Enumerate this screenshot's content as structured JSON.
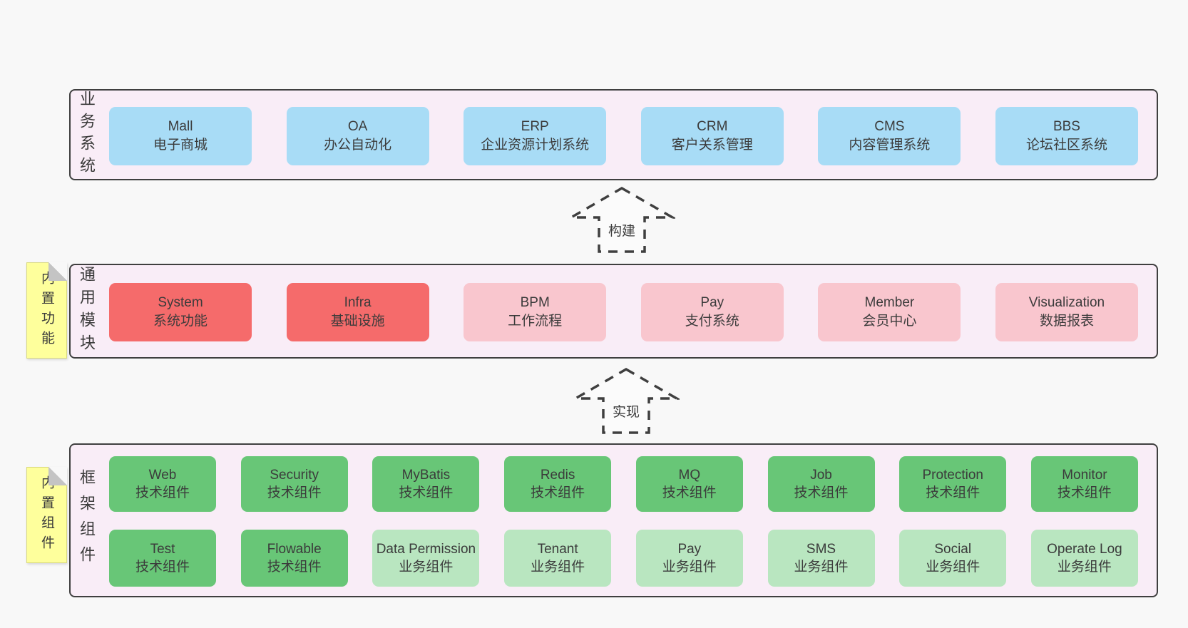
{
  "colors": {
    "page-bg": "#f8f8f8",
    "panel-bg": "#f9edf7",
    "panel-border": "#3f3f3f",
    "blue": "#a8dcf6",
    "red": "#f56b6b",
    "pink": "#f9c6ce",
    "green": "#68c677",
    "green-light": "#b9e6c0",
    "sticky": "#feff9c",
    "arrow": "#3f3f3f",
    "text": "#3b3b3b"
  },
  "arrows": [
    {
      "label": "构建"
    },
    {
      "label": "实现"
    }
  ],
  "layers": [
    {
      "id": "business-systems",
      "side_label": "业务系统",
      "rows": [
        [
          {
            "en": "Mall",
            "zh": "电子商城",
            "variant": "blue"
          },
          {
            "en": "OA",
            "zh": "办公自动化",
            "variant": "blue"
          },
          {
            "en": "ERP",
            "zh": "企业资源计划系统",
            "variant": "blue"
          },
          {
            "en": "CRM",
            "zh": "客户关系管理",
            "variant": "blue"
          },
          {
            "en": "CMS",
            "zh": "内容管理系统",
            "variant": "blue"
          },
          {
            "en": "BBS",
            "zh": "论坛社区系统",
            "variant": "blue"
          }
        ]
      ]
    },
    {
      "id": "common-modules",
      "side_label": "通用模块",
      "sticky": "内置功能",
      "rows": [
        [
          {
            "en": "System",
            "zh": "系统功能",
            "variant": "red"
          },
          {
            "en": "Infra",
            "zh": "基础设施",
            "variant": "red"
          },
          {
            "en": "BPM",
            "zh": "工作流程",
            "variant": "pink"
          },
          {
            "en": "Pay",
            "zh": "支付系统",
            "variant": "pink"
          },
          {
            "en": "Member",
            "zh": "会员中心",
            "variant": "pink"
          },
          {
            "en": "Visualization",
            "zh": "数据报表",
            "variant": "pink"
          }
        ]
      ]
    },
    {
      "id": "framework-components",
      "side_label": "框架组件",
      "sticky": "内置组件",
      "rows": [
        [
          {
            "en": "Web",
            "zh": "技术组件",
            "variant": "green"
          },
          {
            "en": "Security",
            "zh": "技术组件",
            "variant": "green"
          },
          {
            "en": "MyBatis",
            "zh": "技术组件",
            "variant": "green"
          },
          {
            "en": "Redis",
            "zh": "技术组件",
            "variant": "green"
          },
          {
            "en": "MQ",
            "zh": "技术组件",
            "variant": "green"
          },
          {
            "en": "Job",
            "zh": "技术组件",
            "variant": "green"
          },
          {
            "en": "Protection",
            "zh": "技术组件",
            "variant": "green"
          },
          {
            "en": "Monitor",
            "zh": "技术组件",
            "variant": "green"
          }
        ],
        [
          {
            "en": "Test",
            "zh": "技术组件",
            "variant": "green"
          },
          {
            "en": "Flowable",
            "zh": "技术组件",
            "variant": "green"
          },
          {
            "en": "Data Permission",
            "zh": "业务组件",
            "variant": "green-light"
          },
          {
            "en": "Tenant",
            "zh": "业务组件",
            "variant": "green-light"
          },
          {
            "en": "Pay",
            "zh": "业务组件",
            "variant": "green-light"
          },
          {
            "en": "SMS",
            "zh": "业务组件",
            "variant": "green-light"
          },
          {
            "en": "Social",
            "zh": "业务组件",
            "variant": "green-light"
          },
          {
            "en": "Operate Log",
            "zh": "业务组件",
            "variant": "green-light"
          }
        ]
      ]
    }
  ]
}
